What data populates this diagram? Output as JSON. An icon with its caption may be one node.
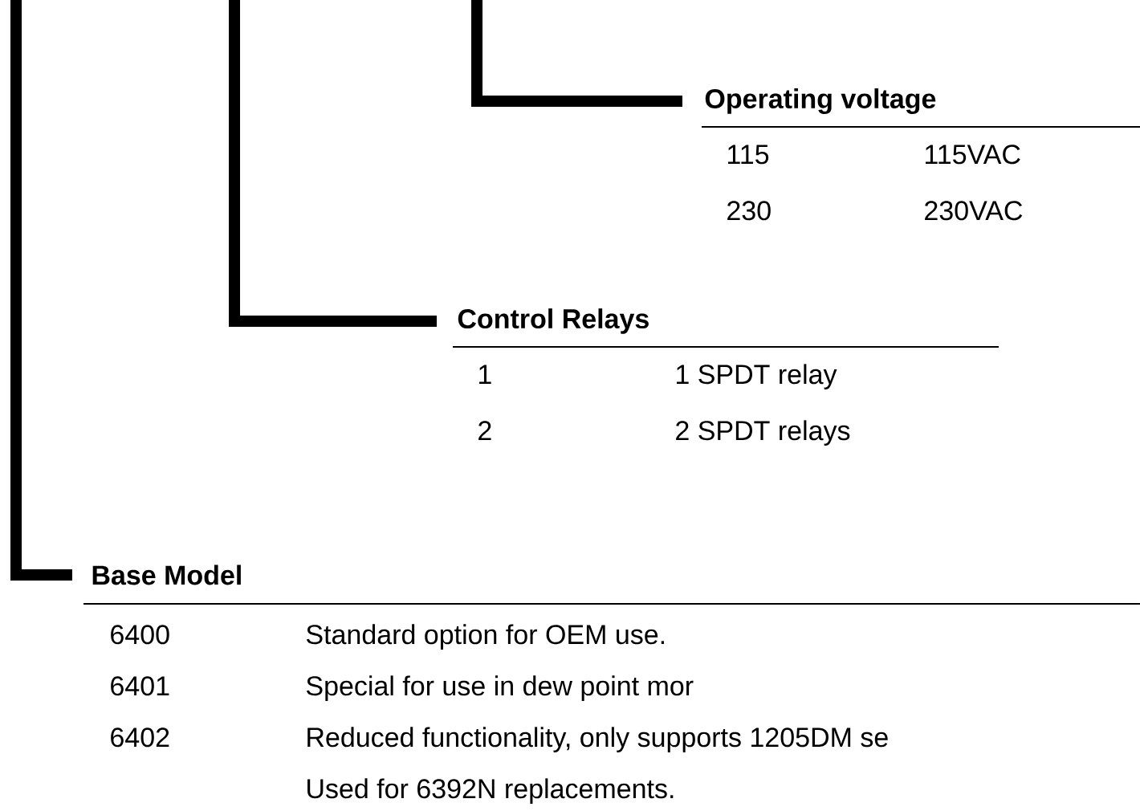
{
  "diagram": {
    "nodes": [
      {
        "text": [
          "Operating voltage",
          "115",
          "115VAC",
          "230",
          "230VAC"
        ]
      },
      {
        "text": [
          "Control Relays",
          "1",
          "1 SPDT relay",
          "2",
          "2 SPDT relays"
        ]
      },
      {
        "text": [
          "Base Model",
          "6400",
          "Standard option for OEM use.",
          "6401",
          "Special for use in dew point mor",
          "6402",
          "Reduced functionality, only supports 1205DM se",
          "Used for 6392N replacements."
        ]
      }
    ],
    "edges": [
      {
        "from": null,
        "to": 0,
        "arrow": "none"
      },
      {
        "from": null,
        "to": 1,
        "arrow": "none"
      },
      {
        "from": null,
        "to": 2,
        "arrow": "none"
      }
    ]
  }
}
